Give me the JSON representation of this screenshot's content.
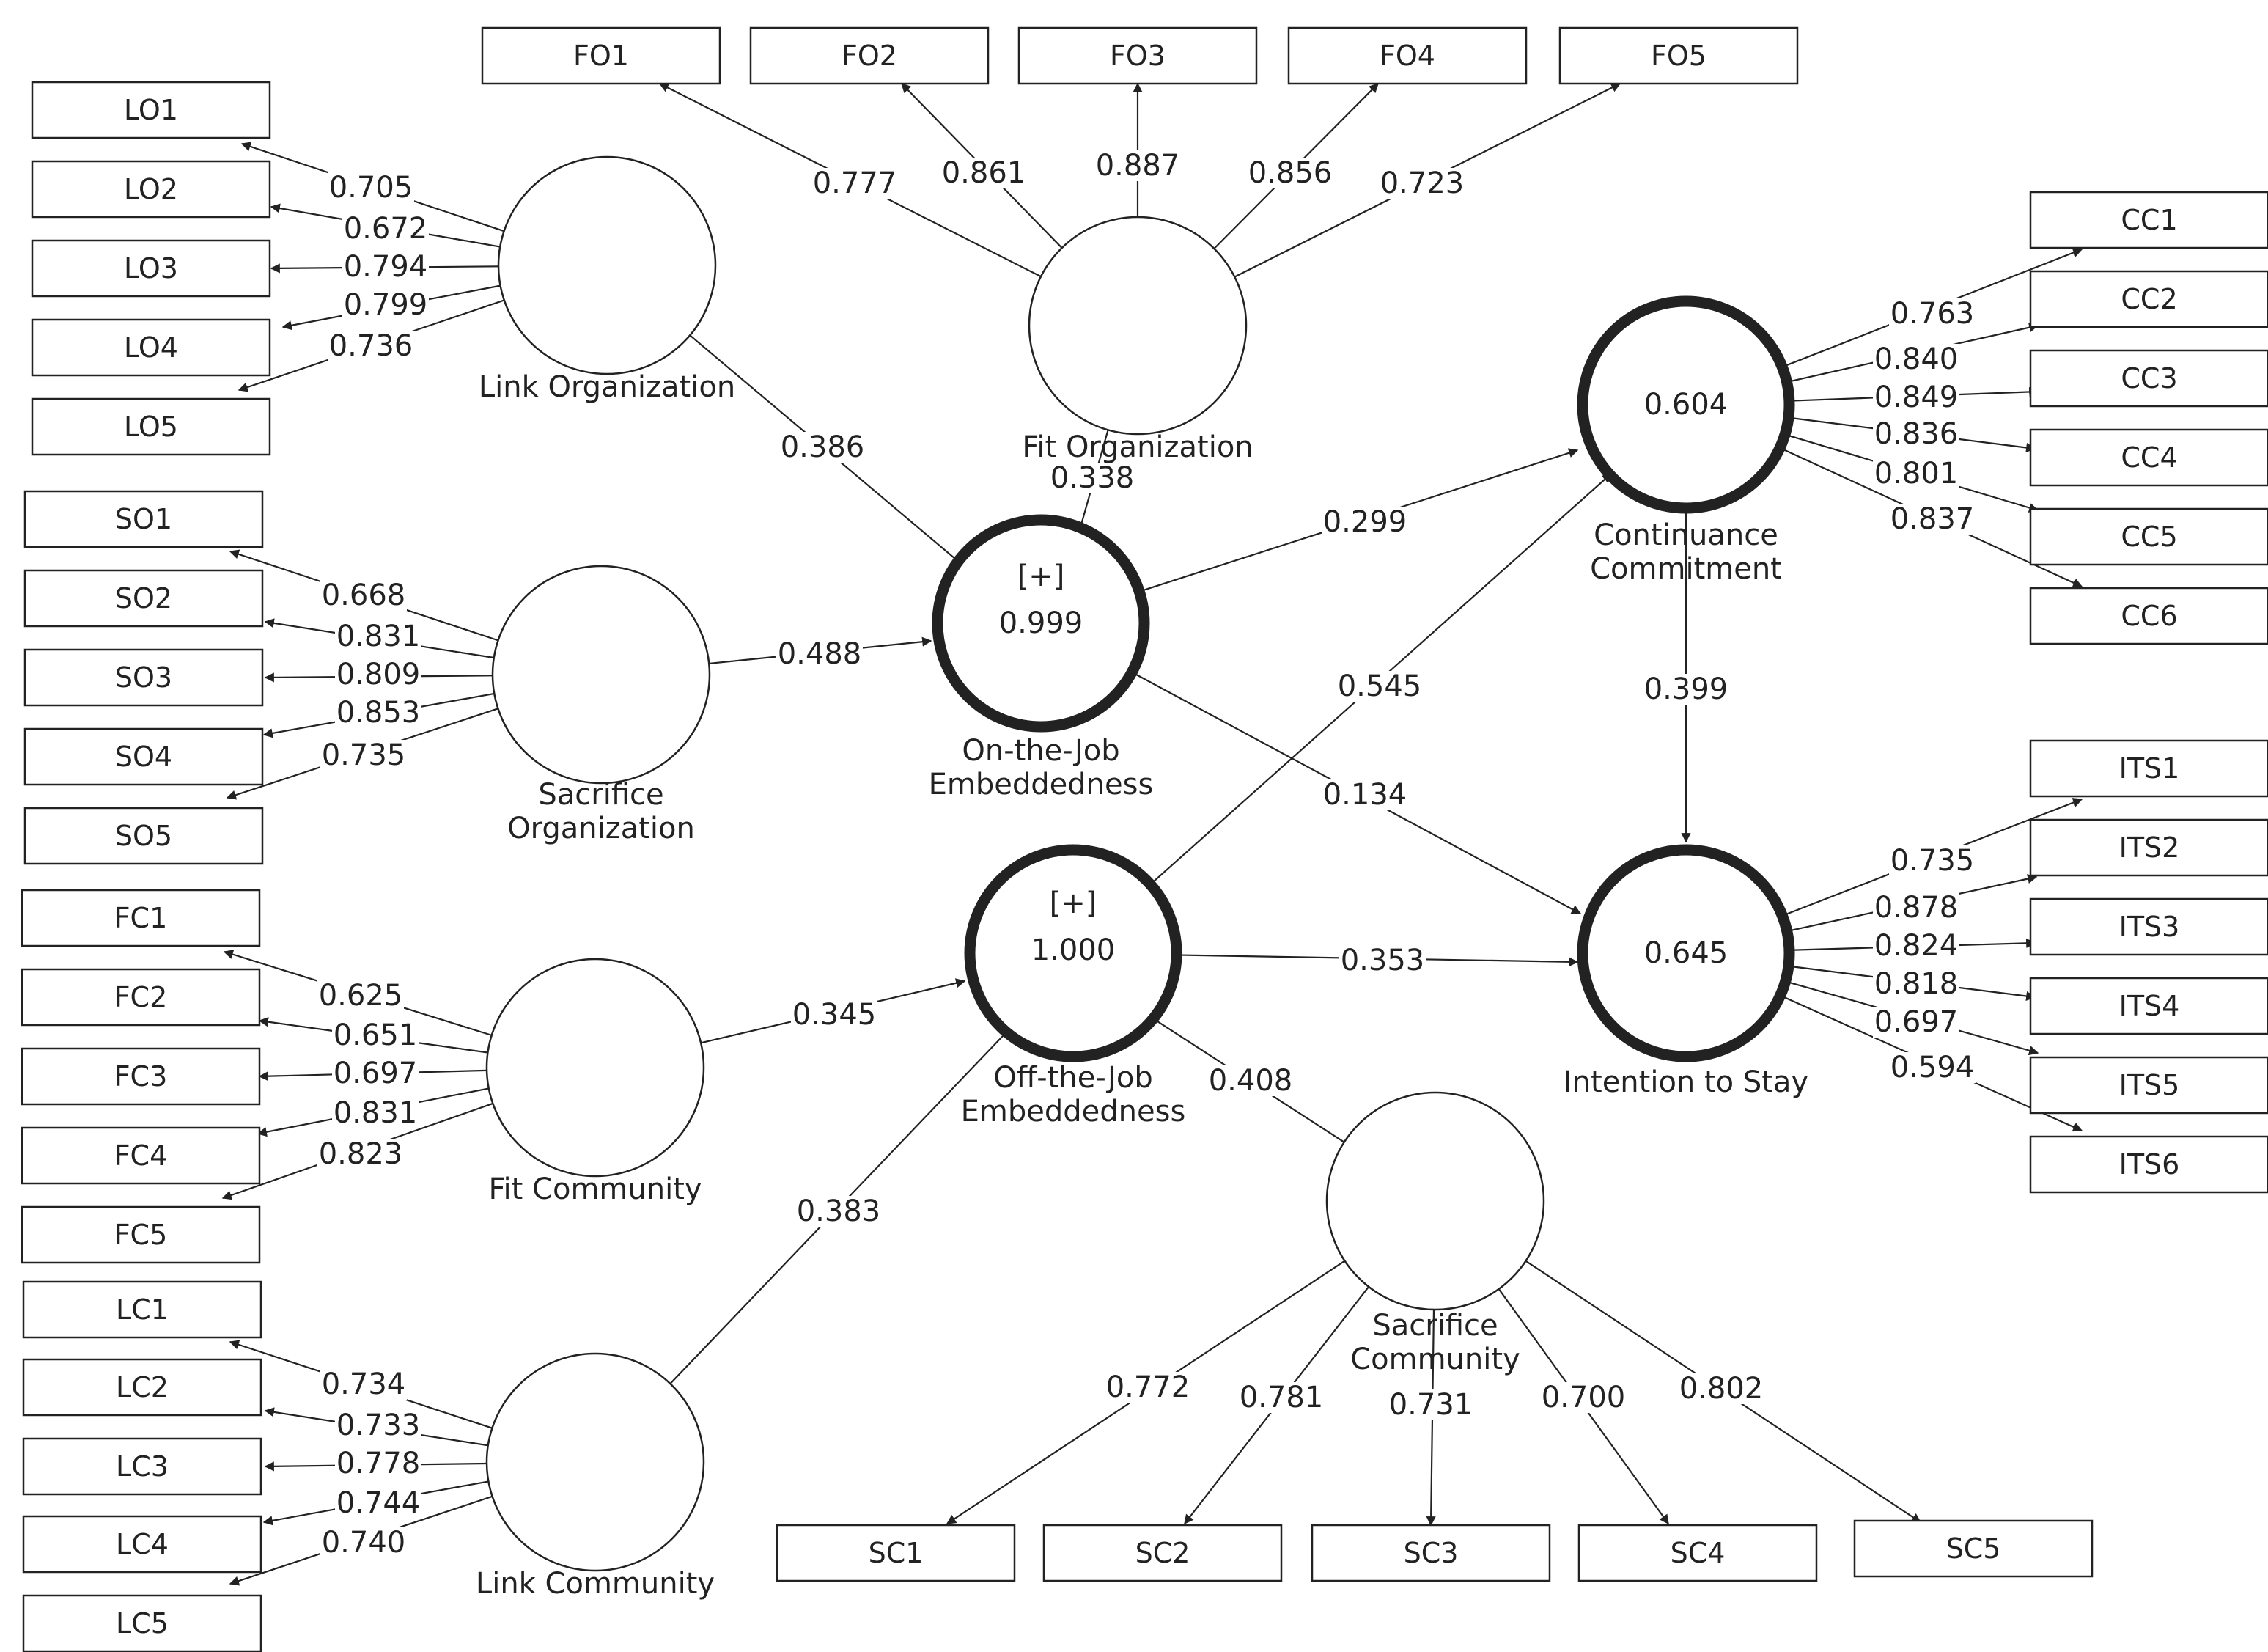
{
  "diagram": {
    "colors": {
      "line": "#222222",
      "background": "#ffffff",
      "label_bg": "#ffffff"
    },
    "latents": [
      {
        "id": "LO",
        "name": [
          "Link Organization"
        ],
        "value": "",
        "badge": ""
      },
      {
        "id": "FO",
        "name": [
          "Fit Organization"
        ],
        "value": "",
        "badge": ""
      },
      {
        "id": "SO",
        "name": [
          "Sacrifice",
          "Organization"
        ],
        "value": "",
        "badge": ""
      },
      {
        "id": "FC",
        "name": [
          "Fit Community"
        ],
        "value": "",
        "badge": ""
      },
      {
        "id": "LC",
        "name": [
          "Link Community"
        ],
        "value": "",
        "badge": ""
      },
      {
        "id": "SC",
        "name": [
          "Sacrifice",
          "Community"
        ],
        "value": "",
        "badge": ""
      },
      {
        "id": "ONJ",
        "name": [
          "On-the-Job",
          "Embeddedness"
        ],
        "value": "0.999",
        "badge": "[+]"
      },
      {
        "id": "OFJ",
        "name": [
          "Off-the-Job",
          "Embeddedness"
        ],
        "value": "1.000",
        "badge": "[+]"
      },
      {
        "id": "CC",
        "name": [
          "Continuance",
          "Commitment"
        ],
        "value": "0.604",
        "badge": ""
      },
      {
        "id": "ITS",
        "name": [
          "Intention to Stay"
        ],
        "value": "0.645",
        "badge": ""
      }
    ],
    "blocks": [
      {
        "latent": "LO",
        "indicators": [
          "LO1",
          "LO2",
          "LO3",
          "LO4",
          "LO5"
        ],
        "loadings": [
          "0.705",
          "0.672",
          "0.794",
          "0.799",
          "0.736"
        ]
      },
      {
        "latent": "SO",
        "indicators": [
          "SO1",
          "SO2",
          "SO3",
          "SO4",
          "SO5"
        ],
        "loadings": [
          "0.668",
          "0.831",
          "0.809",
          "0.853",
          "0.735"
        ]
      },
      {
        "latent": "FC",
        "indicators": [
          "FC1",
          "FC2",
          "FC3",
          "FC4",
          "FC5"
        ],
        "loadings": [
          "0.625",
          "0.651",
          "0.697",
          "0.831",
          "0.823"
        ]
      },
      {
        "latent": "LC",
        "indicators": [
          "LC1",
          "LC2",
          "LC3",
          "LC4",
          "LC5"
        ],
        "loadings": [
          "0.734",
          "0.733",
          "0.778",
          "0.744",
          "0.740"
        ]
      },
      {
        "latent": "FO",
        "indicators": [
          "FO1",
          "FO2",
          "FO3",
          "FO4",
          "FO5"
        ],
        "loadings": [
          "0.777",
          "0.861",
          "0.887",
          "0.856",
          "0.723"
        ]
      },
      {
        "latent": "SC",
        "indicators": [
          "SC1",
          "SC2",
          "SC3",
          "SC4",
          "SC5"
        ],
        "loadings": [
          "0.772",
          "0.781",
          "0.731",
          "0.700",
          "0.802"
        ]
      },
      {
        "latent": "CC",
        "indicators": [
          "CC1",
          "CC2",
          "CC3",
          "CC4",
          "CC5",
          "CC6"
        ],
        "loadings": [
          "0.763",
          "0.840",
          "0.849",
          "0.836",
          "0.801",
          "0.837"
        ]
      },
      {
        "latent": "ITS",
        "indicators": [
          "ITS1",
          "ITS2",
          "ITS3",
          "ITS4",
          "ITS5",
          "ITS6"
        ],
        "loadings": [
          "0.735",
          "0.878",
          "0.824",
          "0.818",
          "0.697",
          "0.594"
        ]
      }
    ],
    "paths": [
      {
        "from": "LO",
        "to": "ONJ",
        "coef": "0.386"
      },
      {
        "from": "FO",
        "to": "ONJ",
        "coef": "0.338"
      },
      {
        "from": "SO",
        "to": "ONJ",
        "coef": "0.488"
      },
      {
        "from": "FC",
        "to": "OFJ",
        "coef": "0.345"
      },
      {
        "from": "LC",
        "to": "OFJ",
        "coef": "0.383"
      },
      {
        "from": "SC",
        "to": "OFJ",
        "coef": "0.408"
      },
      {
        "from": "ONJ",
        "to": "CC",
        "coef": "0.299"
      },
      {
        "from": "ONJ",
        "to": "ITS",
        "coef": "0.134"
      },
      {
        "from": "OFJ",
        "to": "CC",
        "coef": "0.545"
      },
      {
        "from": "OFJ",
        "to": "ITS",
        "coef": "0.353"
      },
      {
        "from": "CC",
        "to": "ITS",
        "coef": "0.399"
      }
    ]
  }
}
